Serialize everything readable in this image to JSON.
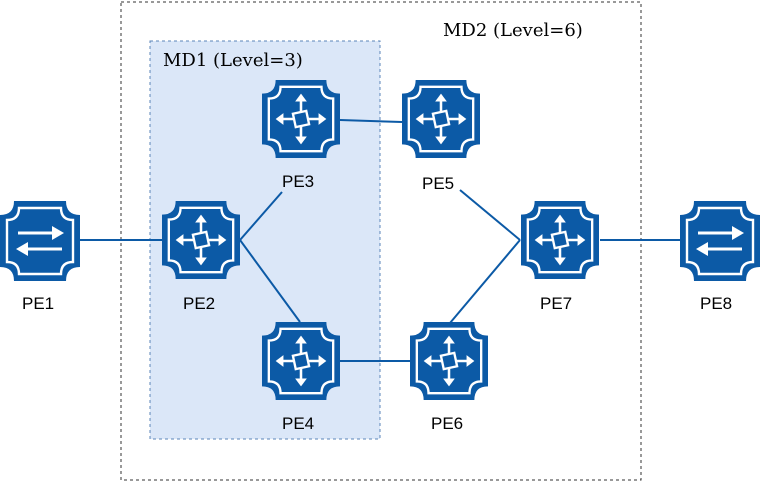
{
  "domains": {
    "md2": {
      "label": "MD2 (Level=6)"
    },
    "md1": {
      "label": "MD1 (Level=3)"
    }
  },
  "devices": [
    {
      "id": "pe1",
      "label": "PE1",
      "kind": "switch-icon"
    },
    {
      "id": "pe2",
      "label": "PE2",
      "kind": "router-icon"
    },
    {
      "id": "pe3",
      "label": "PE3",
      "kind": "router-icon"
    },
    {
      "id": "pe4",
      "label": "PE4",
      "kind": "router-icon"
    },
    {
      "id": "pe5",
      "label": "PE5",
      "kind": "router-icon"
    },
    {
      "id": "pe6",
      "label": "PE6",
      "kind": "router-icon"
    },
    {
      "id": "pe7",
      "label": "PE7",
      "kind": "router-icon"
    },
    {
      "id": "pe8",
      "label": "PE8",
      "kind": "switch-icon"
    }
  ],
  "links": [
    [
      "pe1",
      "pe2"
    ],
    [
      "pe2",
      "pe3"
    ],
    [
      "pe2",
      "pe4"
    ],
    [
      "pe3",
      "pe5"
    ],
    [
      "pe4",
      "pe6"
    ],
    [
      "pe5",
      "pe7"
    ],
    [
      "pe6",
      "pe7"
    ],
    [
      "pe7",
      "pe8"
    ]
  ],
  "colors": {
    "device": "#0c5aa6",
    "link": "#0c5aa6",
    "md1_fill": "#dbe7f8",
    "md1_border": "#5b85b8",
    "md2_border": "#333333"
  }
}
